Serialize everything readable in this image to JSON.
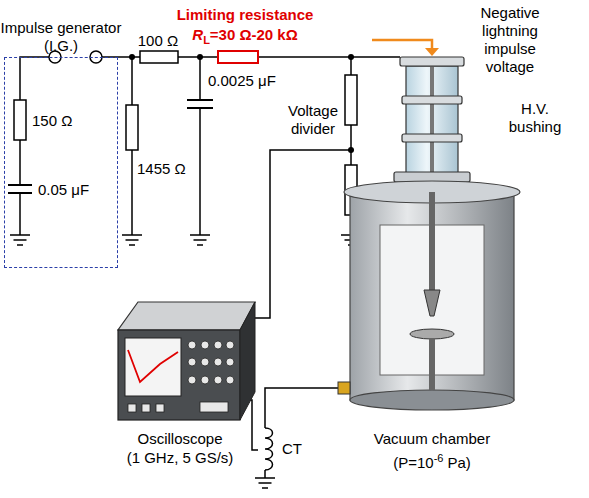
{
  "diagram": {
    "nodes": [
      {
        "text": [
          "Impulse generator (I.G.)"
        ]
      }
    ],
    "labels": [
      "Limiting resistance",
      "R",
      "L",
      "=30 Ω-20 kΩ",
      "Negative lightning impulse voltage",
      "100 Ω",
      "150 Ω",
      "0.05 μF",
      "1455 Ω",
      "0.0025 μF",
      "Voltage divider",
      "H.V. bushing",
      "Oscilloscope",
      "(1 GHz, 5 GS/s)",
      "CT",
      "Vacuum chamber",
      "(P=10",
      "-6",
      "Pa)"
    ]
  }
}
